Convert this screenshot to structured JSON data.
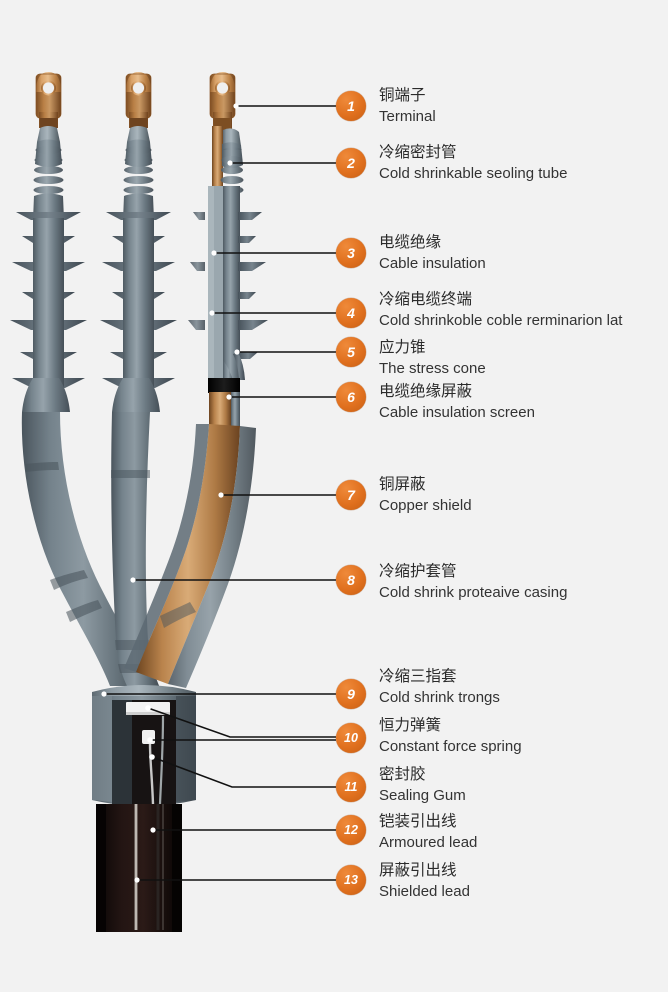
{
  "diagram": {
    "title": "Cold shrink cable termination kit - exploded component callouts",
    "background_color": "#f2f2f2",
    "badge_color": "#e0701e",
    "text_color": "#2b2b2b",
    "leader_color": "#111111",
    "palette": {
      "copper_lug": "#c98a4b",
      "copper_shield": "#b5804a",
      "grey_insulator": "#6e7b83",
      "grey_tube": "#67757e",
      "black_screen": "#121212",
      "cable_jacket": "#140d0c",
      "spring_white": "#f3f3f3"
    }
  },
  "callouts": [
    {
      "num": "1",
      "cn": "铜端子",
      "en": "Terminal"
    },
    {
      "num": "2",
      "cn": "冷缩密封管",
      "en": "Cold shrinkable seoling tube"
    },
    {
      "num": "3",
      "cn": "电缆绝缘",
      "en": "Cable insulation"
    },
    {
      "num": "4",
      "cn": "冷缩电缆终端",
      "en": "Cold shrinkoble coble rerminarion lat"
    },
    {
      "num": "5",
      "cn": "应力锥",
      "en": "The stress cone"
    },
    {
      "num": "6",
      "cn": "电缆绝缘屏蔽",
      "en": "Cable insulation screen"
    },
    {
      "num": "7",
      "cn": "铜屏蔽",
      "en": "Copper shield"
    },
    {
      "num": "8",
      "cn": "冷缩护套管",
      "en": "Cold shrink proteaive casing"
    },
    {
      "num": "9",
      "cn": "冷缩三指套",
      "en": "Cold shrink trongs"
    },
    {
      "num": "10",
      "cn": "恒力弹簧",
      "en": "Constant force spring"
    },
    {
      "num": "11",
      "cn": "密封胶",
      "en": "Sealing Gum"
    },
    {
      "num": "12",
      "cn": "铠装引出线",
      "en": "Armoured lead"
    },
    {
      "num": "13",
      "cn": "屏蔽引出线",
      "en": "Shielded lead"
    }
  ]
}
